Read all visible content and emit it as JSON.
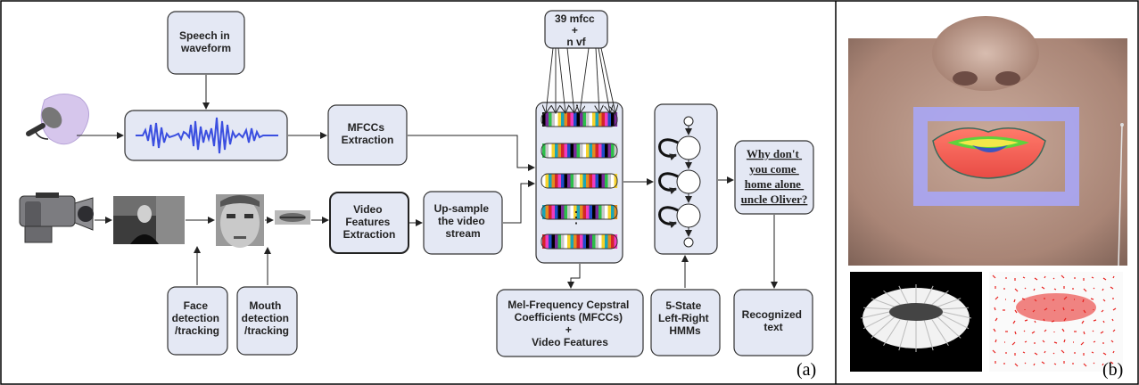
{
  "panel_a": {
    "caption": "(a)",
    "speech_in_waveform": [
      "Speech in",
      "waveform"
    ],
    "mfccs_extraction": [
      "MFCCs",
      "Extraction"
    ],
    "video_features_extraction": [
      "Video",
      "Features",
      "Extraction"
    ],
    "upsample": [
      "Up-sample",
      "the video",
      "stream"
    ],
    "feature_combo": [
      "39 mfcc",
      "+",
      "n vf"
    ],
    "feature_vector_ellipsis": "⋮",
    "mel_frequency_box": [
      "Mel-Frequency Cepstral",
      "Coefficients (MFCCs)",
      "+",
      "Video Features"
    ],
    "hmm_box": [
      "5-State",
      "Left-Right",
      "HMMs"
    ],
    "face_detection": [
      "Face",
      "detection",
      "/tracking"
    ],
    "mouth_detection": [
      "Mouth",
      "detection",
      "/tracking"
    ],
    "recognized_text_label": [
      "Recognized",
      "text"
    ],
    "recognized_sentence": [
      "Why  don't",
      "you come",
      "home alone",
      "uncle  Oliver?"
    ]
  },
  "panel_b": {
    "caption": "(b)"
  },
  "colors": {
    "box_fill": "#e4e8f4",
    "box_stroke": "#333333",
    "wave_blue": "#3b4fe0",
    "lips_red": "#f25a52",
    "roi_blue": "#a9a6f5"
  }
}
